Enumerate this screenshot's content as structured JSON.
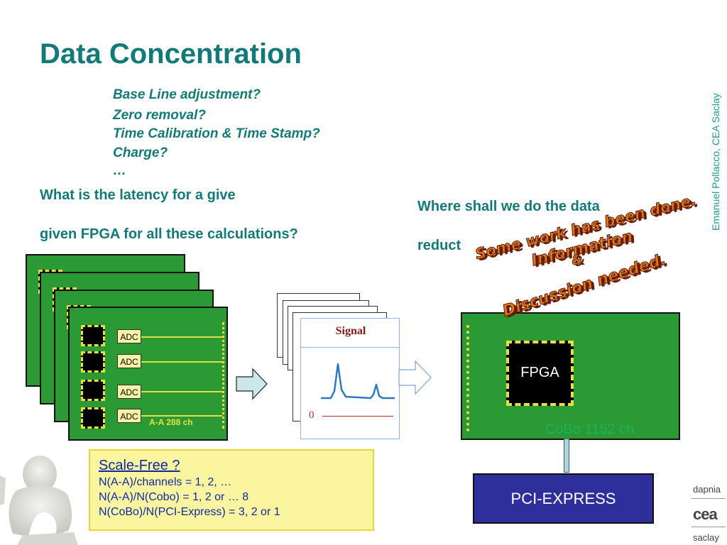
{
  "title": "Data Concentration",
  "questions": [
    "Base Line adjustment?",
    "Zero removal?",
    "Time Calibration & Time Stamp?",
    "Charge?",
    "…"
  ],
  "latency": {
    "line1": "What is the latency for a give",
    "line2": "given FPGA for all these calculations?"
  },
  "where": {
    "line1": "Where shall we do the data",
    "line2": "reduct"
  },
  "wordart": {
    "line1": "Some work has been done.",
    "line2": "Information",
    "line3": "&",
    "line4": "Discussion needed."
  },
  "author": "Emanuel Pollacco, CEA Saclay",
  "aa_board": {
    "adc_labels": [
      "ADC",
      "ADC",
      "ADC",
      "ADC"
    ],
    "label": "A-A 288 ch"
  },
  "signal_card": {
    "title": "Signal",
    "zero": "0"
  },
  "cobo": {
    "chip_label": "FPGA",
    "label": "CoBo 1152 ch"
  },
  "pci": {
    "label": "PCI-EXPRESS"
  },
  "scale_free": {
    "heading": "Scale-Free ?",
    "lines": [
      "N(A-A)/channels = 1, 2, …",
      "N(A-A)/N(Cobo) = 1, 2 or … 8",
      "N(CoBo)/N(PCI-Express) = 3, 2 or 1"
    ]
  },
  "logo": {
    "top": "dapnia",
    "mark": "cea",
    "bottom": "saclay"
  },
  "colors": {
    "teal": "#127a78",
    "board_green": "#2b9a35",
    "pci_blue": "#2e2f9a",
    "wordart_orange": "#e07b17"
  }
}
